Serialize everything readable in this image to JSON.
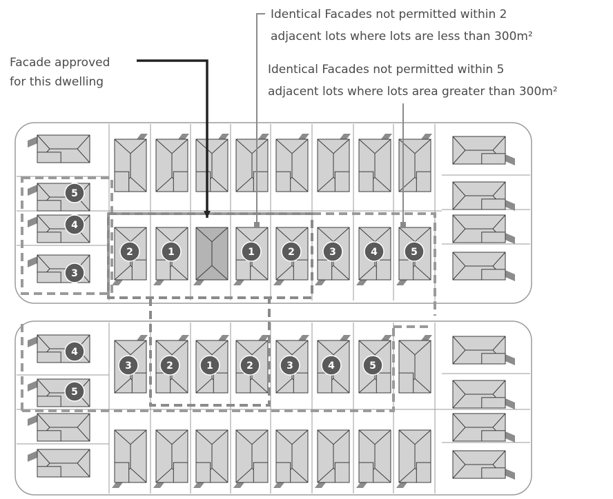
{
  "annotations": {
    "approved_line1": "Facade approved",
    "approved_line2": "for this dwelling",
    "rule2_line1": "Identical Facades not permitted within 2",
    "rule2_line2": "adjacent lots where lots are less than 300m²",
    "rule5_line1": "Identical Facades not permitted within 5",
    "rule5_line2": "adjacent lots where lots area greater than 300m²"
  },
  "upper_block": {
    "left_badges": [
      "5",
      "4",
      "3"
    ],
    "row_badges": [
      "2",
      "1",
      "",
      "1",
      "2",
      "3",
      "4",
      "5"
    ]
  },
  "lower_block": {
    "left_badges": [
      "4",
      "5"
    ],
    "row_badges": [
      "3",
      "2",
      "1",
      "2",
      "3",
      "4",
      "5"
    ]
  },
  "colors": {
    "house_fill": "#d2d2d2",
    "approved_house_fill": "#b4b4b4",
    "badge": "#5a5a5a",
    "leader_dark": "#222222",
    "leader_light": "#8a8a8a",
    "dash_group": "#9a9a9a"
  }
}
